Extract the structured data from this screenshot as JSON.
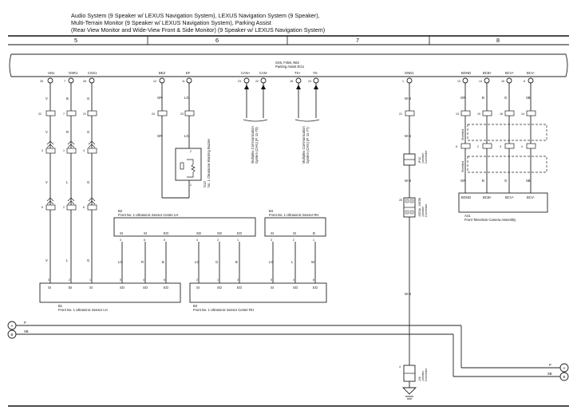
{
  "header": {
    "title_lines": [
      "Audio System (9 Speaker w/ LEXUS Navigation System), LEXUS Navigation System (9 Speaker),",
      "Multi-Terrain Monitor (9 Speaker w/ LEXUS Navigation System), Parking Assist",
      "(Rear View Monitor and Wide-View Front & Side Monitor) (9 Speaker w/ LEXUS Navigation System)"
    ],
    "columns": [
      "5",
      "6",
      "7",
      "8"
    ]
  },
  "ecu": {
    "label_line1": "G46, F458, N62",
    "label_line2": "Parking Assist ECU",
    "pins": [
      {
        "name": "UN1",
        "num": "25"
      },
      {
        "name": "OSR1",
        "num": "7"
      },
      {
        "name": "CSG1",
        "num": "26"
      },
      {
        "name": "BEZ",
        "num": "12"
      },
      {
        "name": "EF",
        "num": "11"
      },
      {
        "name": "CAN+",
        "num": "23"
      },
      {
        "name": "CAN-",
        "num": "22"
      },
      {
        "name": "TX+",
        "num": "18"
      },
      {
        "name": "TX-",
        "num": "24"
      },
      {
        "name": "GND1",
        "num": "1"
      },
      {
        "name": "BGND",
        "num": "13"
      },
      {
        "name": "BCB+",
        "num": "14"
      },
      {
        "name": "BCV+",
        "num": "15"
      },
      {
        "name": "BCV-",
        "num": "6"
      }
    ]
  },
  "wires": {
    "un1": [
      "V",
      "V"
    ],
    "osr1": [
      "B",
      "R",
      "L"
    ],
    "csg1": [
      "G",
      "G",
      "G"
    ],
    "bez": [
      "GR",
      "GR"
    ],
    "ef": [
      "LG"
    ],
    "gnd1": [
      "W-B",
      "W-B",
      "W-B",
      "W-B"
    ],
    "camera": [
      "GR",
      "B",
      "G",
      "SB"
    ],
    "sensor_center_lh": [
      "LG",
      "R",
      "B"
    ],
    "sensor_center_rh": [
      "LG",
      "G",
      "B"
    ],
    "sensor_rh": [
      "LG",
      "L",
      "W"
    ]
  },
  "connectors": {
    "c1": {
      "label": "1"
    },
    "c22": [
      "22",
      "7",
      "21"
    ],
    "c3": [
      "3",
      "1",
      "4"
    ],
    "c4": [
      "5",
      "2",
      "6"
    ],
    "bez_conn": [
      "24",
      "23"
    ],
    "gnd_conn": [
      "21"
    ],
    "gnd_conn2": [
      "25"
    ],
    "gnd_j1": "1",
    "camera_conn": [
      "13",
      "19",
      "18",
      "14"
    ],
    "camera_conn2": [
      "6",
      "2",
      "3",
      "4"
    ]
  },
  "notes": {
    "can_line1": "Multiplex Communication",
    "can_line2": "System (CAN) (P. 11-70)",
    "tx_line1": "Multiplex Communication",
    "tx_line2": "System (CAN) (P. 11-77)",
    "buzzer_line1": "N13",
    "buzzer_line2": "No. 1 Clearance Warning Buzzer",
    "shielded": "Shielded",
    "junction1_line1": "JF1C",
    "junction1_line2": "Junction",
    "junction1_line3": "Connector",
    "junction2_line1": "JXE5A, JXE5B",
    "junction2_line2": "Junction",
    "junction2_line3": "Connector",
    "junction3_line1": "J46",
    "junction3_line2": "Junction",
    "junction3_line3": "Connector"
  },
  "components": {
    "camera": {
      "id": "A41",
      "name": "Front Television Camera Assembly",
      "pins": [
        "BGND",
        "BCB+",
        "BCV+",
        "BCV-"
      ]
    },
    "b2": {
      "id": "B2",
      "name": "Front No. 1 Ultrasonic Sensor Center LH",
      "pins": [
        "SI",
        "SI",
        "EO",
        "SO",
        "SO",
        "EO"
      ],
      "nums": [
        "3",
        "6",
        "5",
        "4",
        "2",
        "1"
      ]
    },
    "b4": {
      "id": "B4",
      "name": "Front No. 1 Ultrasonic Sensor RH",
      "pins": [
        "SI",
        "SI",
        "B"
      ],
      "nums": [
        "3",
        "2",
        "1"
      ]
    },
    "b1": {
      "id": "B1",
      "name": "Front No. 1 Ultrasonic Sensor LH",
      "pins": [
        "SI",
        "BI",
        "SI",
        "SO",
        "SO",
        "EO"
      ],
      "nums": [
        "3",
        "2",
        "1",
        "5",
        "4",
        "6"
      ]
    },
    "b3": {
      "id": "B3",
      "name": "Front No. 1 Ultrasonic Sensor Center RH",
      "pins": [
        "SI",
        "SO",
        "EO",
        "SI",
        "SO",
        "EO"
      ],
      "nums": [
        "2",
        "1",
        "3",
        "5",
        "4",
        "6"
      ]
    }
  },
  "offpage": {
    "left": [
      {
        "id": "A",
        "wire": "P"
      },
      {
        "id": "B",
        "wire": "SB"
      }
    ],
    "right": [
      {
        "id": "A",
        "wire": "P"
      },
      {
        "id": "B",
        "wire": "SB"
      }
    ]
  },
  "ground": {
    "id": "J46",
    "pin": "4"
  }
}
